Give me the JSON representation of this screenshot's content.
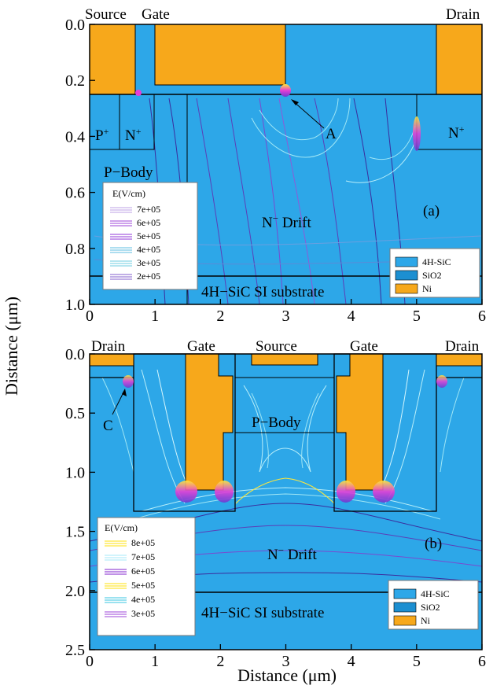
{
  "colors": {
    "sic": "#2da7e8",
    "sio2": "#1c8fd1",
    "ni": "#f7a81b",
    "outline": "#000000",
    "contour_hot": "#e63ed6",
    "contour_warm": "#ffe83a",
    "contour_cool": "#9fe6f5",
    "contour_dark": "#3b2d9e"
  },
  "axes": {
    "y_label": "Distance (μm)",
    "x_label": "Distance (μm)"
  },
  "panel_a": {
    "tag": "(a)",
    "y_ticks": [
      "0.0",
      "0.2",
      "0.4",
      "0.6",
      "0.8",
      "1.0"
    ],
    "x_ticks": [
      "0",
      "1",
      "2",
      "3",
      "4",
      "5",
      "6"
    ],
    "labels": {
      "source": "Source",
      "gate": "Gate",
      "drain": "Drain",
      "p_plus": "P",
      "n_plus_left": "N",
      "n_plus_right": "N",
      "plus_sup": "+",
      "pbody": "P−Body",
      "drift": "N",
      "drift_minus": "−",
      "drift_word": " Drift",
      "substrate": "4H−SiC SI substrate",
      "point": "A"
    },
    "legend": {
      "title": "E(V/cm)",
      "entries": [
        "7e+05",
        "6e+05",
        "5e+05",
        "4e+05",
        "3e+05",
        "2e+05"
      ]
    },
    "materials": [
      "4H-SiC",
      "SiO2",
      "Ni"
    ]
  },
  "panel_b": {
    "tag": "(b)",
    "y_ticks": [
      "0.0",
      "0.5",
      "1.0",
      "1.5",
      "2.0",
      "2.5"
    ],
    "x_ticks": [
      "0",
      "1",
      "2",
      "3",
      "4",
      "5",
      "6"
    ],
    "labels": {
      "drain_left": "Drain",
      "gate_left": "Gate",
      "source": "Source",
      "gate_right": "Gate",
      "drain_right": "Drain",
      "pbody": "P−Body",
      "drift": "N",
      "drift_minus": "−",
      "drift_word": " Drift",
      "substrate": "4H−SiC SI substrate",
      "point": "C"
    },
    "legend": {
      "title": "E(V/cm)",
      "entries": [
        "8e+05",
        "7e+05",
        "6e+05",
        "5e+05",
        "4e+05",
        "3e+05"
      ]
    },
    "materials": [
      "4H-SiC",
      "SiO2",
      "Ni"
    ]
  }
}
